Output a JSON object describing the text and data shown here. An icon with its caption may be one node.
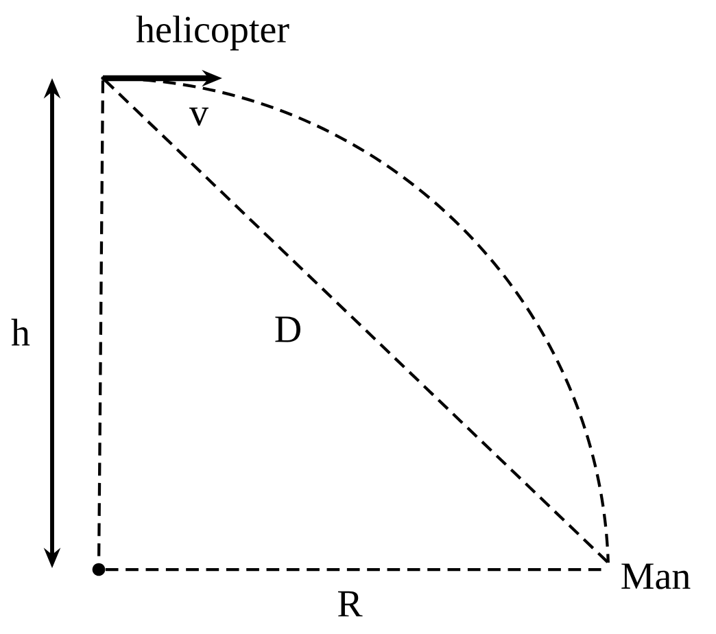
{
  "diagram": {
    "nodes": [
      {
        "text": [],
        "shape": "point",
        "beside": [
          "helicopter"
        ]
      },
      {
        "text": [],
        "shape": "circle"
      },
      {
        "text": [
          "Man"
        ]
      }
    ],
    "edges": [
      {
        "from": 0,
        "to": 1,
        "arrow": "none",
        "style": "dashed"
      },
      {
        "from": 1,
        "to": 2,
        "arrow": "none",
        "style": "dashed",
        "label": "R"
      },
      {
        "from": 0,
        "to": 2,
        "arrow": "none",
        "style": "dashed",
        "label": "D"
      },
      {
        "from": 0,
        "to": 2,
        "arrow": "none",
        "style": "dashed"
      },
      {
        "from": 0,
        "to": null,
        "arrow": "to",
        "style": "thick",
        "label": "v"
      }
    ],
    "labels": [
      "h"
    ]
  }
}
